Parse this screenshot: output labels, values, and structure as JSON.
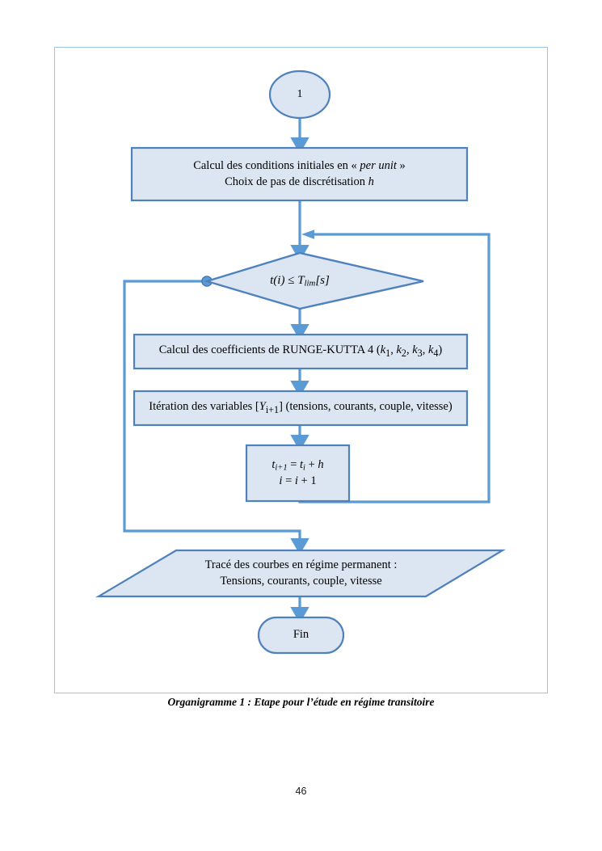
{
  "document": {
    "page_number": "46",
    "caption": "Organigramme 1 : Etape pour l’étude en régime transitoire"
  },
  "flowchart": {
    "title": "Organigramme 1 : Etape pour l’étude en régime transitoire",
    "colors": {
      "shape_fill": "#dce6f2",
      "shape_border": "#4f81bd",
      "connector": "#5b9bd5",
      "frame_border": "#9dc3e6",
      "text": "#000000"
    },
    "nodes": {
      "start": {
        "shape": "circle",
        "label": "1"
      },
      "init": {
        "shape": "process",
        "line1_a": "Calcul des conditions initiales en « ",
        "line1_b": "per unit",
        "line1_c": " »",
        "line2_a": "Choix de pas de discrétisation ",
        "line2_b": "h"
      },
      "decision": {
        "shape": "diamond",
        "expr_t": "t",
        "expr_i": "(i)",
        "expr_op": " ≤ ",
        "expr_T": "T",
        "expr_sub": "lim",
        "expr_unit": "[s]"
      },
      "runge_kutta": {
        "shape": "process",
        "text_a": "Calcul des coefficients de RUNGE-KUTTA 4 (",
        "k1": "k",
        "k1sub": "1",
        "sep1": ", ",
        "k2": "k",
        "k2sub": "2",
        "sep2": ", ",
        "k3": "k",
        "k3sub": "3",
        "sep3": ", ",
        "k4": "k",
        "k4sub": "4",
        "text_b": ")"
      },
      "iteration": {
        "shape": "process",
        "text_a": "Itération des variables [",
        "var_Y": "Y",
        "var_sub": "i+1",
        "text_b": "] (tensions, courants, couple, vitesse)"
      },
      "increment": {
        "shape": "process",
        "line1_t": "t",
        "line1_sub": "i+1",
        "line1_eq": " = ",
        "line1_t2": "t",
        "line1_sub2": "i",
        "line1_plus": " + ",
        "line1_h": "h",
        "line2_i": "i",
        "line2_eq": " = ",
        "line2_i2": "i",
        "line2_plus": " + 1"
      },
      "output": {
        "shape": "parallelogram",
        "line1": "Tracé des courbes en régime permanent :",
        "line2": "Tensions, courants, couple, vitesse"
      },
      "end": {
        "shape": "terminator",
        "label": "Fin"
      }
    }
  }
}
